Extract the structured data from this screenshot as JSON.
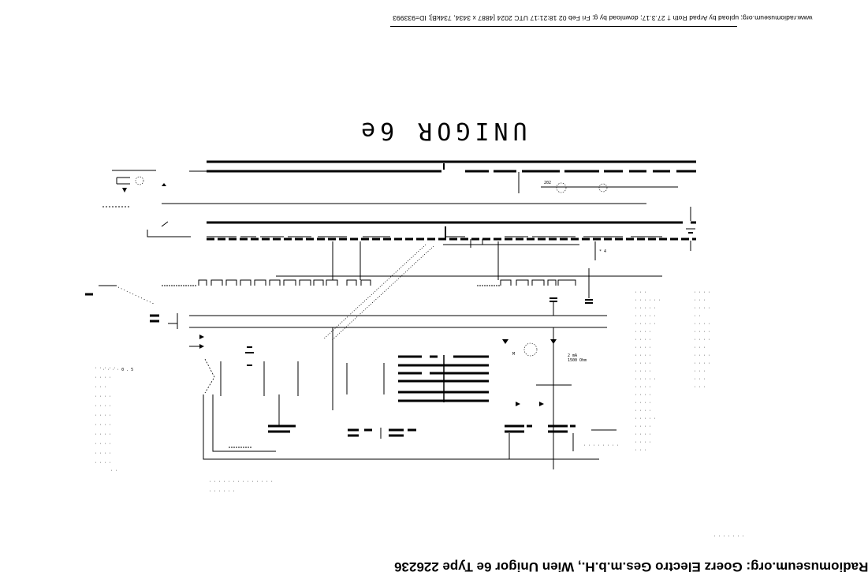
{
  "header": {
    "note": "www.radiomuseum.org; upload by Arpad Roth † 27.3.17; download by g; Fri Feb 02 18:21:17 UTC 2024 [4887 x 3434, 734kB]; ID=933993"
  },
  "diagram": {
    "title": "UNIGOR 6e",
    "orientation": "rotated 180 degrees",
    "type": "circuit schematic"
  },
  "footer": {
    "title": "Radiomuseum.org: Goerz Electro Ges.m.b.H., Wien Unigor 6e Type 226236"
  },
  "colors": {
    "background": "#ffffff",
    "ink": "#000000"
  }
}
